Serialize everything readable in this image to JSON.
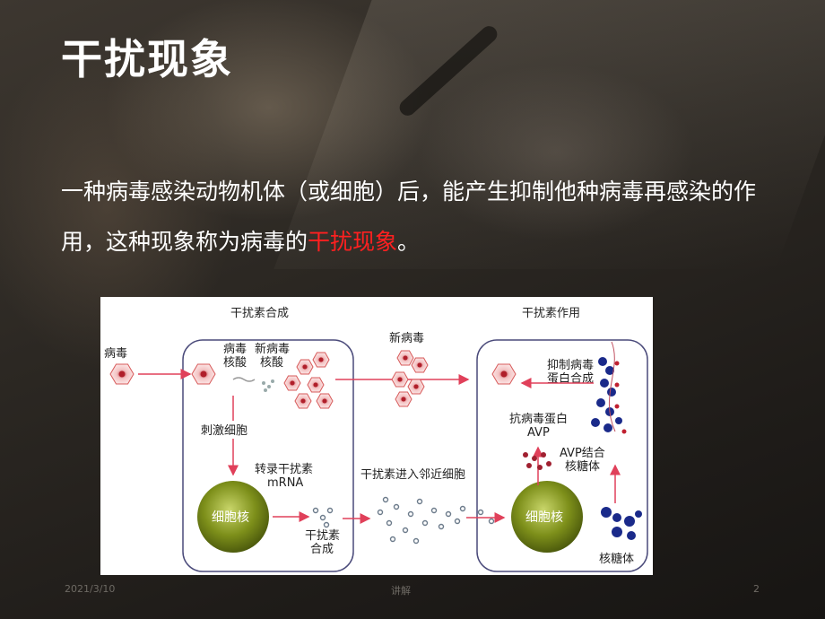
{
  "slide": {
    "title": "干扰现象",
    "body_before": "一种病毒感染动物机体（或细胞）后，能产生抑制他种病毒再感染的作用，这种现象称为病毒的",
    "body_highlight": "干扰现象",
    "body_after": "。",
    "highlight_color": "#ff2020"
  },
  "diagram": {
    "left_header": "干扰素合成",
    "right_header": "干扰素作用",
    "virus": "病毒",
    "viral_nucleic_acid": "病毒\n核酸",
    "new_viral_nucleic_acid": "新病毒\n核酸",
    "new_virus": "新病毒",
    "stimulate_cell": "刺激细胞",
    "transcribe_mrna": "转录干扰素\nmRNA",
    "nucleus_left": "细胞核",
    "ifn_synthesis": "干扰素\n合成",
    "ifn_enter": "干扰素进入邻近细胞",
    "nucleus_right": "细胞核",
    "inhibit_protein": "抑制病毒\n蛋白合成",
    "avp": "抗病毒蛋白\nAVP",
    "avp_bind": "AVP结合\n核糖体",
    "ribosome": "核糖体",
    "arrow_color": "#e0405a",
    "nucleus_color": "#7d8f1a"
  },
  "footer": {
    "date": "2021/3/10",
    "center": "讲解",
    "page": "2"
  }
}
